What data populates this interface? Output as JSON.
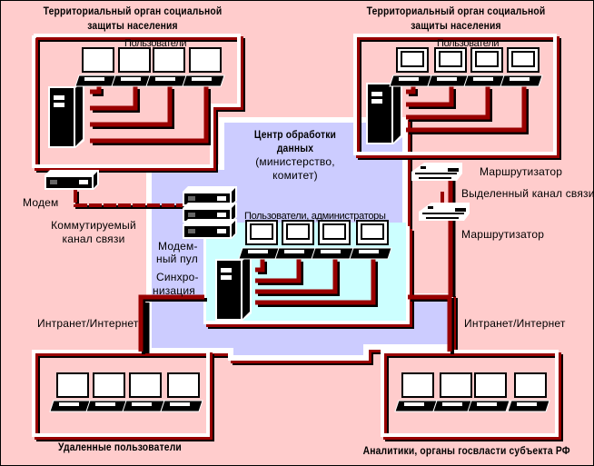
{
  "diagram": {
    "colors": {
      "background": "#ffcccc",
      "center_zone": "#ccccff",
      "inner_zone": "#ccffff",
      "cable": "#990000",
      "shadow": "#000000",
      "frame": "#ffffff"
    },
    "nodes": {
      "top_left": {
        "title_line1": "Территориальный орган социальной",
        "title_line2": "защиты населения",
        "users_label": "Пользователи",
        "workstations": 4
      },
      "top_right": {
        "title_line1": "Территориальный орган социальной",
        "title_line2": "защиты населения",
        "users_label": "Пользователи",
        "workstations": 4
      },
      "center": {
        "title_line1": "Центр обработки",
        "title_line2": "данных",
        "subtitle_line1": "(министерство,",
        "subtitle_line2": "комитет)",
        "users_label": "Пользователи, администраторы",
        "workstations": 4
      },
      "bottom_left": {
        "caption": "Удаленные пользователи",
        "workstations": 4
      },
      "bottom_right": {
        "caption": "Аналитики, органы госвласти субъекта РФ",
        "workstations": 4
      }
    },
    "labels": {
      "modem": "Модем",
      "dialup_line1": "Коммутируемый",
      "dialup_line2": "канал связи",
      "modem_pool_line1": "Модем-",
      "modem_pool_line2": "ный пул",
      "sync_line1": "Синхро-",
      "sync_line2": "низация",
      "router_top": "Маршрутизатор",
      "leased_line": "Выделенный канал связи",
      "router_bottom": "Маршрутизатор",
      "intranet_left": "Интранет/Интернет",
      "intranet_right": "Интранет/Интернет"
    }
  }
}
